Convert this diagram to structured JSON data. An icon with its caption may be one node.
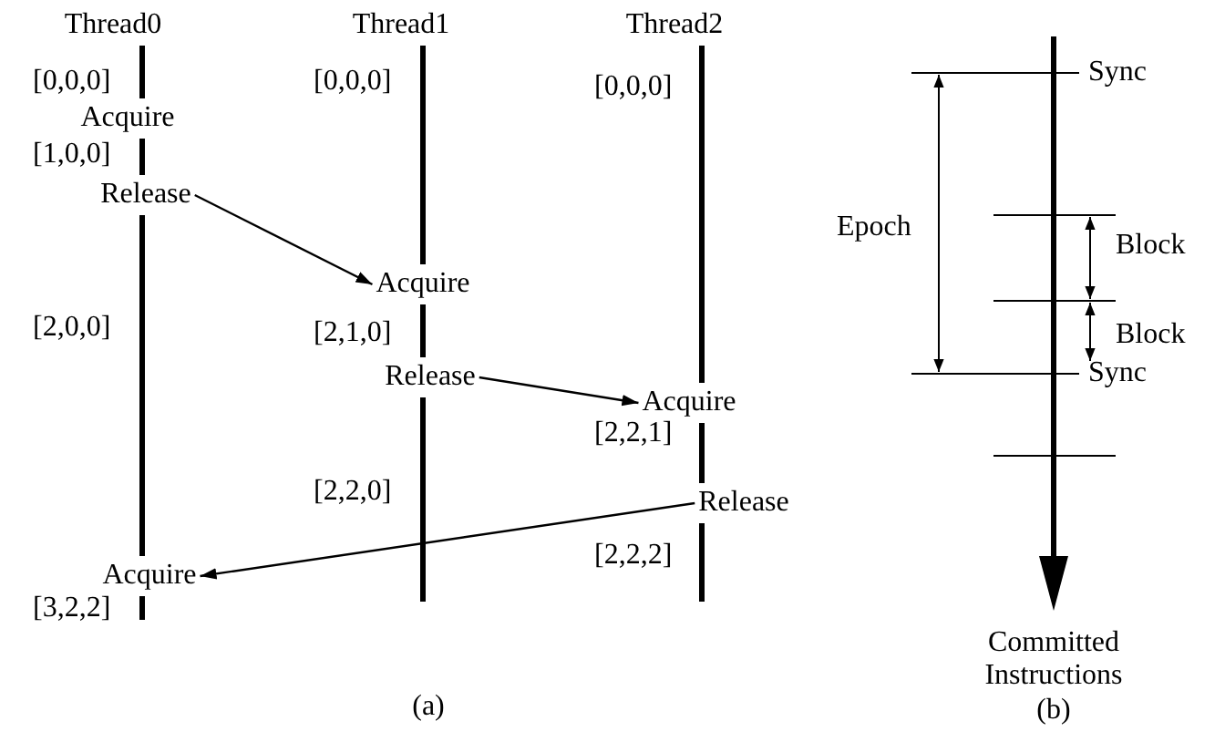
{
  "diagram": {
    "nodes": [
      {
        "text": [
          "Thread0"
        ]
      },
      {
        "text": [
          "Thread1"
        ]
      },
      {
        "text": [
          "Thread2"
        ]
      },
      {
        "text": [
          "Acquire"
        ]
      },
      {
        "text": [
          "Release"
        ]
      },
      {
        "text": [
          "Acquire"
        ]
      },
      {
        "text": [
          "Release"
        ]
      },
      {
        "text": [
          "Acquire"
        ]
      },
      {
        "text": [
          "Release"
        ]
      },
      {
        "text": [
          "Acquire"
        ]
      }
    ],
    "edges": [
      {
        "from": 0,
        "to": 3,
        "arrow": "none"
      },
      {
        "from": 3,
        "to": 4,
        "arrow": "none"
      },
      {
        "from": 4,
        "to": 9,
        "arrow": "none"
      },
      {
        "from": 9,
        "to": null,
        "arrow": "none"
      },
      {
        "from": 1,
        "to": 5,
        "arrow": "none"
      },
      {
        "from": 5,
        "to": 6,
        "arrow": "none"
      },
      {
        "from": 6,
        "to": null,
        "arrow": "none"
      },
      {
        "from": 2,
        "to": 7,
        "arrow": "none"
      },
      {
        "from": 7,
        "to": 8,
        "arrow": "none"
      },
      {
        "from": 8,
        "to": null,
        "arrow": "none"
      },
      {
        "from": 4,
        "to": 5,
        "arrow": "to"
      },
      {
        "from": 6,
        "to": 7,
        "arrow": "to"
      },
      {
        "from": 8,
        "to": 9,
        "arrow": "to"
      }
    ],
    "labels": [
      "[0,0,0]",
      "[0,0,0]",
      "[0,0,0]",
      "[1,0,0]",
      "[2,0,0]",
      "[2,1,0]",
      "[2,2,1]",
      "[2,2,0]",
      "[2,2,2]",
      "[3,2,2]",
      "Sync",
      "Epoch",
      "Block",
      "Block",
      "Sync",
      "Committed Instructions",
      "(a)",
      "(b)"
    ]
  }
}
